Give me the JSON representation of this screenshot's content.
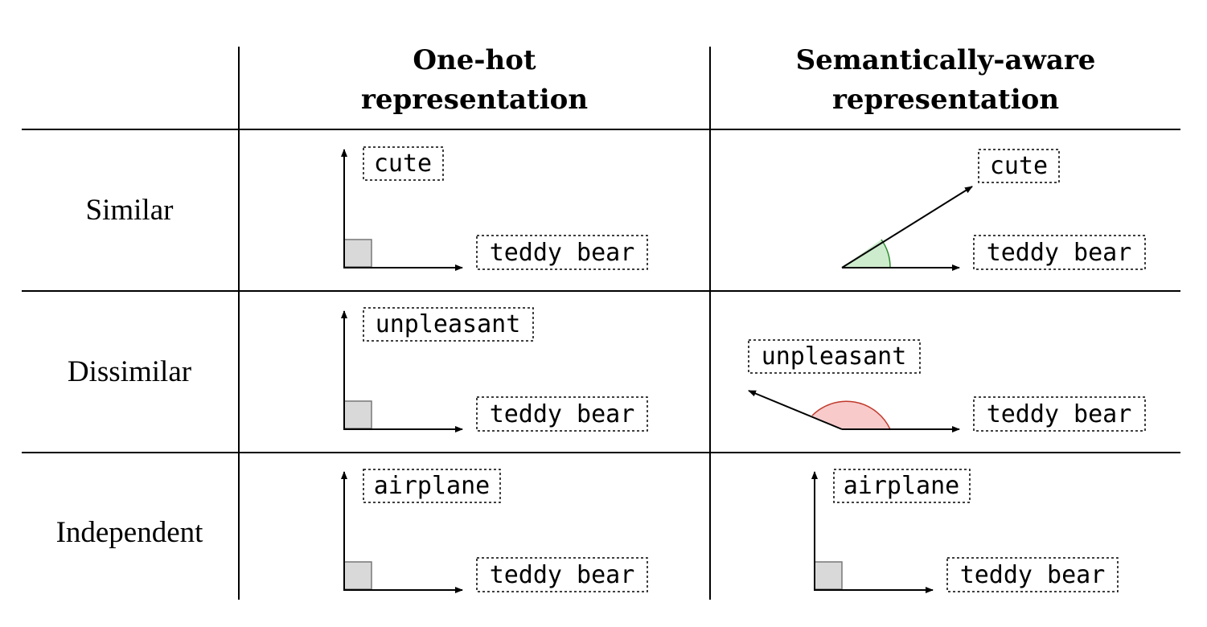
{
  "headers": {
    "col1": [
      "One-hot",
      "representation"
    ],
    "col2": [
      "Semantically-aware",
      "representation"
    ]
  },
  "rows": [
    {
      "label": "Similar",
      "onehot": {
        "up": "cute",
        "right": "teddy bear"
      },
      "semantic": {
        "vector": "cute",
        "base": "teddy bear",
        "relation": "acute-angle",
        "angle_color": "#cdeccd",
        "angle_stroke": "#2e8b2e"
      }
    },
    {
      "label": "Dissimilar",
      "onehot": {
        "up": "unpleasant",
        "right": "teddy bear"
      },
      "semantic": {
        "vector": "unpleasant",
        "base": "teddy bear",
        "relation": "obtuse-angle",
        "angle_color": "#f8caca",
        "angle_stroke": "#c0392b"
      }
    },
    {
      "label": "Independent",
      "onehot": {
        "up": "airplane",
        "right": "teddy bear"
      },
      "semantic": {
        "vector": "airplane",
        "base": "teddy bear",
        "relation": "right-angle"
      }
    }
  ]
}
